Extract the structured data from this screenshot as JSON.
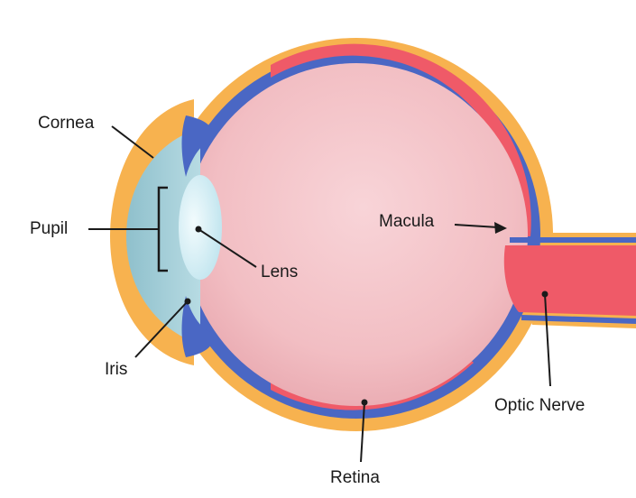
{
  "labels": {
    "cornea": "Cornea",
    "pupil": "Pupil",
    "lens": "Lens",
    "iris": "Iris",
    "macula": "Macula",
    "optic_nerve": "Optic Nerve",
    "retina": "Retina"
  },
  "colors": {
    "sclera": "#f7b24f",
    "choroid": "#4a67c4",
    "retina": "#ef5a68",
    "vitreous": "#f4c3c8",
    "cornea": "#9fcbd6",
    "lens": "#def3f8",
    "line": "#1a1a1a"
  }
}
